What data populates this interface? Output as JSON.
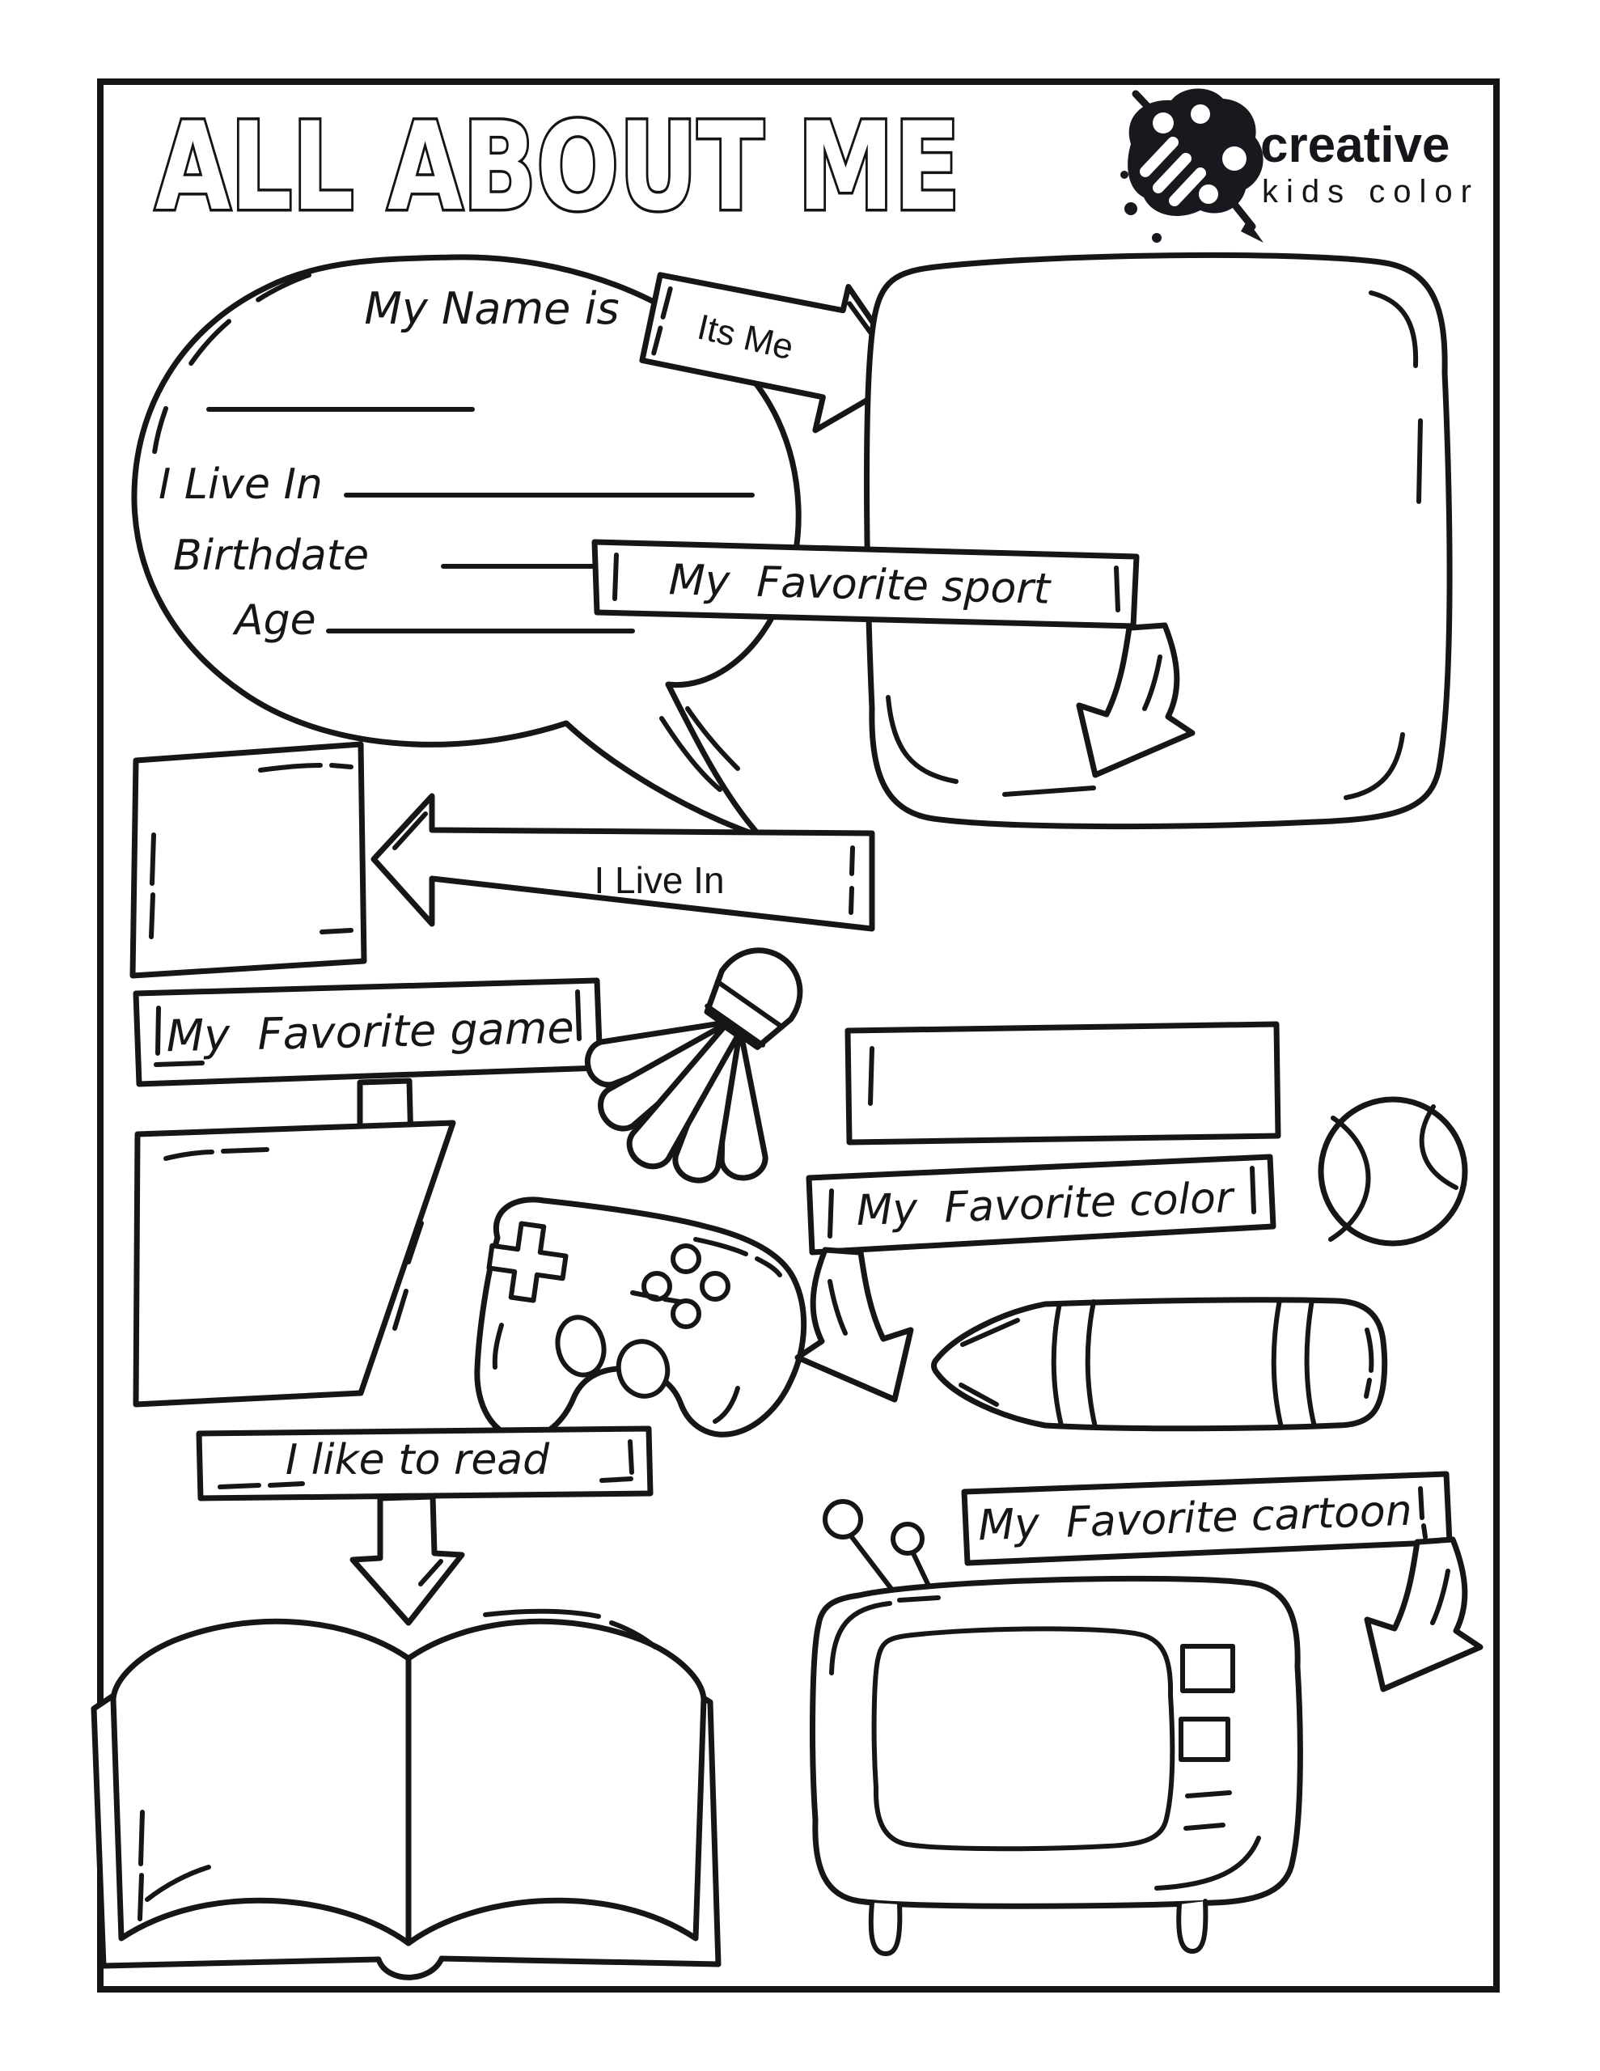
{
  "page": {
    "title": "ALL ABOUT ME",
    "ink_color": "#161616",
    "paper_color": "#ffffff"
  },
  "logo": {
    "brand": "creative",
    "tagline": "kids color",
    "icon": "palette-icon"
  },
  "bubble": {
    "name_label": "My Name is",
    "live_label": "I Live In",
    "birthdate_label": "Birthdate",
    "age_label": "Age",
    "name_value": "",
    "live_value": "",
    "birthdate_value": "",
    "age_value": ""
  },
  "tags": {
    "its_me": "Its Me",
    "live_in": "I Live In"
  },
  "banners": {
    "game": "My  Favorite game",
    "sport": "My  Favorite sport",
    "color": "My  Favorite color",
    "read": "I like to read",
    "cartoon": "My  Favorite cartoon"
  },
  "icons": {
    "palette": "palette-icon",
    "shuttlecock": "shuttlecock-icon",
    "controller": "game-controller-icon",
    "ball": "tennis-ball-icon",
    "crayon": "crayon-icon",
    "book": "open-book-icon",
    "tv": "tv-icon"
  }
}
